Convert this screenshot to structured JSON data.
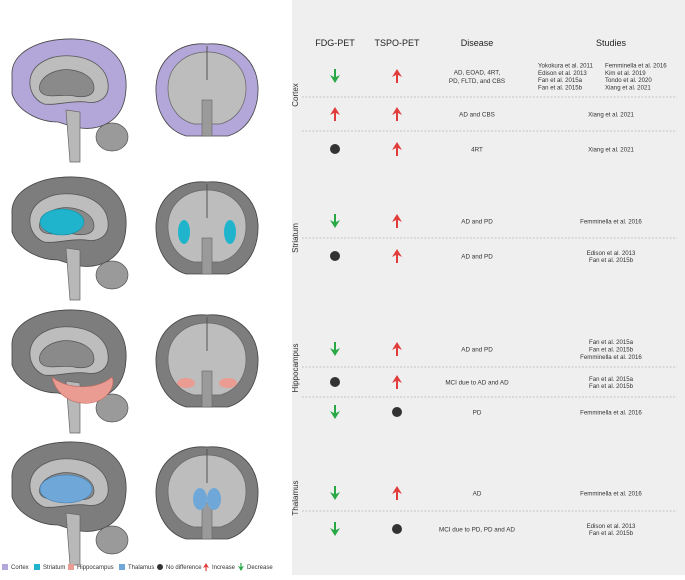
{
  "headers": {
    "fdg": "FDG-PET",
    "tspo": "TSPO-PET",
    "disease": "Disease",
    "studies": "Studies"
  },
  "colors": {
    "cortex": "#b3a6d8",
    "striatum": "#1fb4cc",
    "hippocampus": "#ea9b92",
    "thalamus": "#6fa8d8",
    "increase": "#e23b3b",
    "decrease": "#27a844",
    "nodiff": "#333333",
    "brain": "#7d7d7d",
    "inner": "#bdbdbd",
    "panel": "#efefef"
  },
  "legend": [
    {
      "label": "Cortex",
      "kind": "cortex"
    },
    {
      "label": "Striatum",
      "kind": "striatum"
    },
    {
      "label": "Hippocampus",
      "kind": "hippocampus"
    },
    {
      "label": "Thalamus",
      "kind": "thalamus"
    },
    {
      "label": "No difference",
      "kind": "nodiff"
    },
    {
      "label": "Increase",
      "kind": "increase"
    },
    {
      "label": "Decrease",
      "kind": "decrease"
    }
  ],
  "sections": [
    {
      "name": "Cortex",
      "rows": [
        {
          "fdg": "decrease",
          "tspo": "increase",
          "disease": [
            "AD, EOAD, 4RT,",
            "PD, FLTD, and CBS"
          ],
          "studies_left": [
            "Yokokura et al. 2011",
            "Edison et al. 2013",
            "Fan et al. 2015a",
            "Fan et al. 2015b"
          ],
          "studies_right": [
            "Femminella et al. 2016",
            "Kim et al. 2019",
            "Tondo et al. 2020",
            "Xiang et al. 2021"
          ]
        },
        {
          "fdg": "increase",
          "tspo": "increase",
          "disease": [
            "AD and CBS"
          ],
          "studies": [
            "Xiang et al. 2021"
          ]
        },
        {
          "fdg": "nodiff",
          "tspo": "increase",
          "disease": [
            "4RT"
          ],
          "studies": [
            "Xiang et al. 2021"
          ]
        }
      ]
    },
    {
      "name": "Striatum",
      "rows": [
        {
          "fdg": "decrease",
          "tspo": "increase",
          "disease": [
            "AD and PD"
          ],
          "studies": [
            "Femminella et al. 2016"
          ]
        },
        {
          "fdg": "nodiff",
          "tspo": "increase",
          "disease": [
            "AD and PD"
          ],
          "studies": [
            "Edison et al. 2013",
            "Fan et al. 2015b"
          ]
        }
      ]
    },
    {
      "name": "Hippocampus",
      "rows": [
        {
          "fdg": "decrease",
          "tspo": "increase",
          "disease": [
            "AD and PD"
          ],
          "studies": [
            "Fan et al. 2015a",
            "Fan et al. 2015b",
            "Femminella et al. 2016"
          ]
        },
        {
          "fdg": "nodiff",
          "tspo": "increase",
          "disease": [
            "MCI due to AD and AD"
          ],
          "studies": [
            "Fan et al. 2015a",
            "Fan et al. 2015b"
          ]
        },
        {
          "fdg": "decrease",
          "tspo": "nodiff",
          "disease": [
            "PD"
          ],
          "studies": [
            "Femminella et al. 2016"
          ]
        }
      ]
    },
    {
      "name": "Thalamus",
      "rows": [
        {
          "fdg": "decrease",
          "tspo": "increase",
          "disease": [
            "AD"
          ],
          "studies": [
            "Femminella et al. 2016"
          ]
        },
        {
          "fdg": "decrease",
          "tspo": "nodiff",
          "disease": [
            "MCI due to PD, PD and AD"
          ],
          "studies": [
            "Edison et al. 2013",
            "Fan et al. 2015b"
          ]
        }
      ]
    }
  ]
}
